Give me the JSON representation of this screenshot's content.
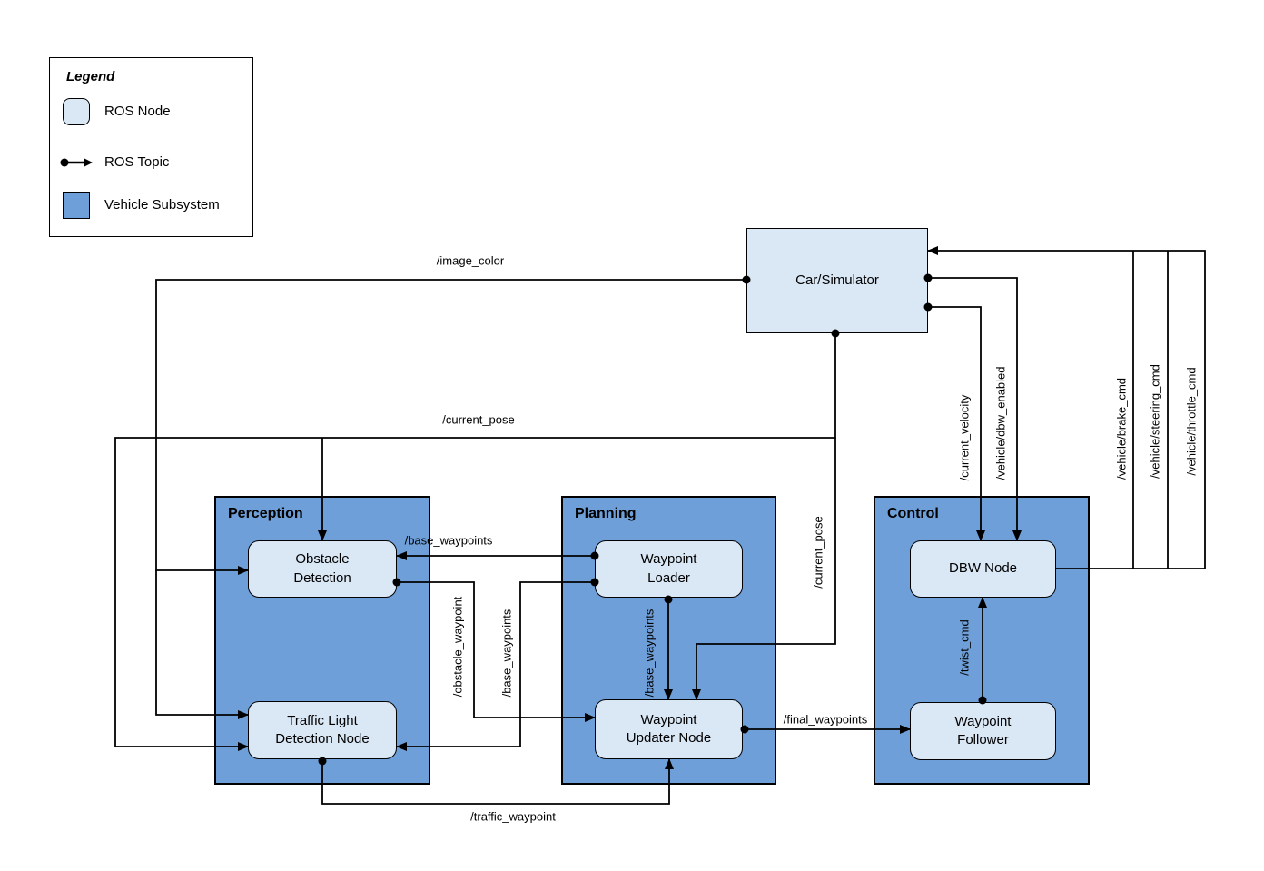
{
  "legend": {
    "title": "Legend",
    "items": [
      {
        "label": "ROS Node"
      },
      {
        "label": "ROS Topic"
      },
      {
        "label": "Vehicle Subsystem"
      }
    ]
  },
  "subsystems": {
    "perception": {
      "label": "Perception"
    },
    "planning": {
      "label": "Planning"
    },
    "control": {
      "label": "Control"
    }
  },
  "nodes": {
    "car_simulator": {
      "label": "Car/Simulator"
    },
    "obstacle_detection": {
      "label": "Obstacle Detection",
      "subsystem": "perception"
    },
    "traffic_light_detection_node": {
      "label": "Traffic Light Detection Node",
      "subsystem": "perception"
    },
    "waypoint_loader": {
      "label": "Waypoint Loader",
      "subsystem": "planning"
    },
    "waypoint_updater_node": {
      "label": "Waypoint Updater Node",
      "subsystem": "planning"
    },
    "dbw_node": {
      "label": "DBW Node",
      "subsystem": "control"
    },
    "waypoint_follower": {
      "label": "Waypoint Follower",
      "subsystem": "control"
    }
  },
  "topics": {
    "image_color": {
      "label": "/image_color",
      "from": "car_simulator",
      "to": [
        "obstacle_detection",
        "traffic_light_detection_node"
      ]
    },
    "current_pose": {
      "label": "/current_pose",
      "from": "car_simulator",
      "to": [
        "obstacle_detection",
        "traffic_light_detection_node",
        "waypoint_updater_node"
      ]
    },
    "base_waypoints": {
      "label": "/base_waypoints",
      "from": "waypoint_loader",
      "to": [
        "obstacle_detection",
        "traffic_light_detection_node",
        "waypoint_updater_node"
      ]
    },
    "obstacle_waypoint": {
      "label": "/obstacle_waypoint",
      "from": "obstacle_detection",
      "to": [
        "waypoint_updater_node"
      ]
    },
    "traffic_waypoint": {
      "label": "/traffic_waypoint",
      "from": "traffic_light_detection_node",
      "to": [
        "waypoint_updater_node"
      ]
    },
    "final_waypoints": {
      "label": "/final_waypoints",
      "from": "waypoint_updater_node",
      "to": [
        "waypoint_follower"
      ]
    },
    "twist_cmd": {
      "label": "/twist_cmd",
      "from": "waypoint_follower",
      "to": [
        "dbw_node"
      ]
    },
    "current_velocity": {
      "label": "/current_velocity",
      "from": "car_simulator",
      "to": [
        "dbw_node"
      ]
    },
    "vehicle_dbw_enabled": {
      "label": "/vehicle/dbw_enabled",
      "from": "car_simulator",
      "to": [
        "dbw_node"
      ]
    },
    "vehicle_brake_cmd": {
      "label": "/vehicle/brake_cmd",
      "from": "dbw_node",
      "to": [
        "car_simulator"
      ]
    },
    "vehicle_steering_cmd": {
      "label": "/vehicle/steering_cmd",
      "from": "dbw_node",
      "to": [
        "car_simulator"
      ]
    },
    "vehicle_throttle_cmd": {
      "label": "/vehicle/throttle_cmd",
      "from": "dbw_node",
      "to": [
        "car_simulator"
      ]
    }
  },
  "colors": {
    "node_fill": "#dae7f5",
    "subsystem_fill": "#6f9fd8",
    "line": "#000000",
    "background": "#ffffff"
  }
}
